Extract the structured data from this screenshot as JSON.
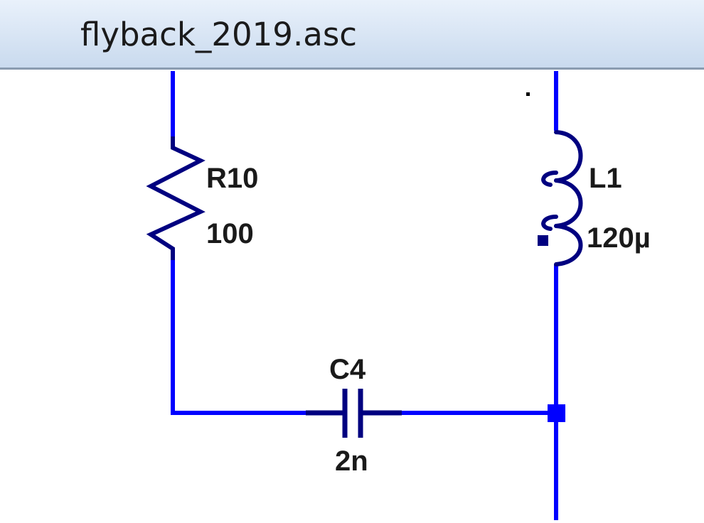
{
  "window": {
    "tab_title": "flyback_2019.asc"
  },
  "colors": {
    "wire": "#0000ff",
    "component": "#000080",
    "label": "#1a1a1a",
    "tab_bg": "#d6e4f3"
  },
  "components": {
    "r10": {
      "ref": "R10",
      "value": "100"
    },
    "l1": {
      "ref": "L1",
      "value": "120µ"
    },
    "c4": {
      "ref": "C4",
      "value": "2n"
    }
  }
}
